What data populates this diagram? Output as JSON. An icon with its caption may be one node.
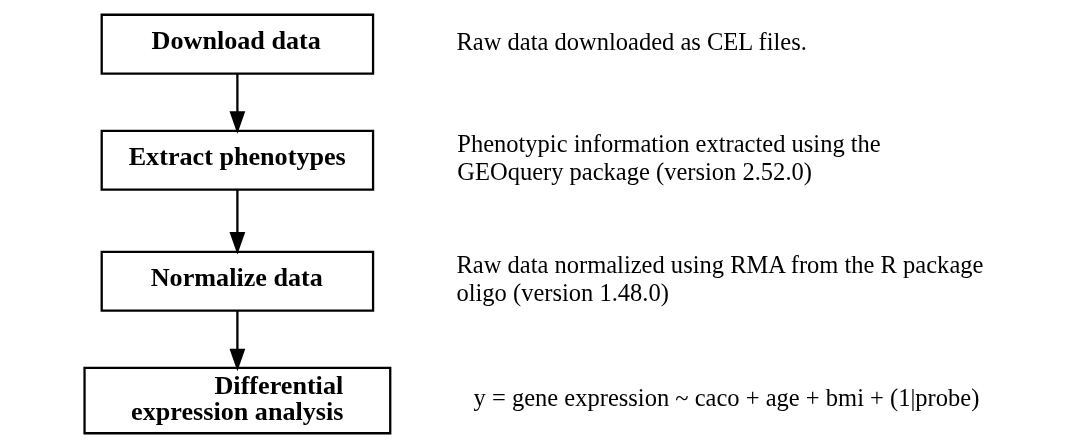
{
  "diagram": {
    "nodes": [
      {
        "text": [
          "Download data"
        ],
        "beside": [
          "Raw data downloaded as CEL files."
        ]
      },
      {
        "text": [
          "Extract phenotypes"
        ],
        "beside": [
          "Phenotypic information extracted using the GEOquery package (version 2.52.0)"
        ]
      },
      {
        "text": [
          "Normalize data"
        ],
        "beside": [
          "Raw data normalized using RMA from the R package oligo (version 1.48.0)"
        ]
      },
      {
        "text": [
          "Differential expression analysis"
        ],
        "beside": [
          "y = gene expression ~ caco + age + bmi + (1|probe)"
        ]
      }
    ],
    "edges": [
      {
        "from": 0,
        "to": 1,
        "arrow": "to"
      },
      {
        "from": 1,
        "to": 2,
        "arrow": "to"
      },
      {
        "from": 2,
        "to": 3,
        "arrow": "to"
      }
    ]
  }
}
